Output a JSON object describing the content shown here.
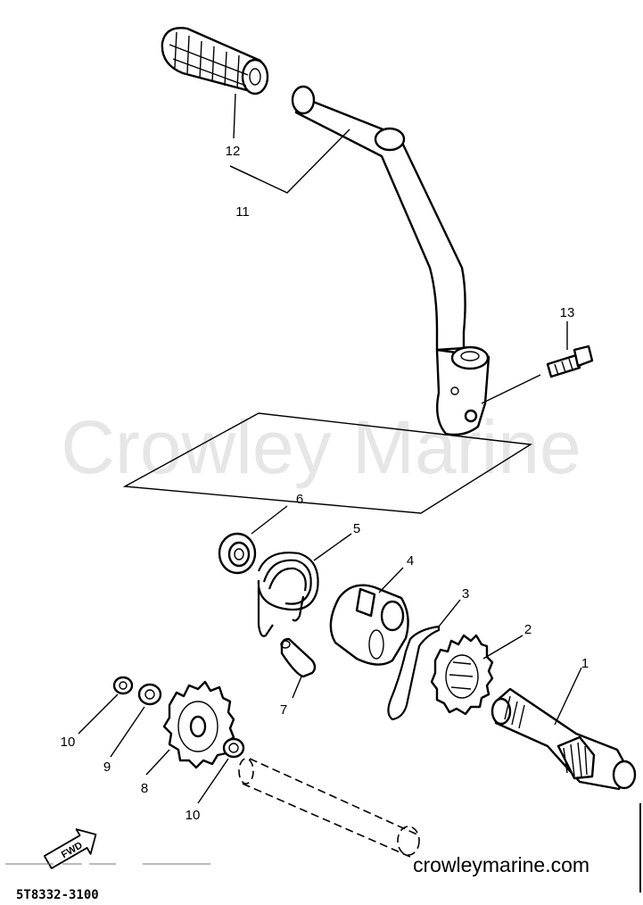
{
  "watermark": "Crowley Marine",
  "website": "crowleymarine.com",
  "diagram_code": "5T8332-3100",
  "fwd_label": "FWD",
  "callouts": {
    "p1": "1",
    "p2": "2",
    "p3": "3",
    "p4": "4",
    "p5": "5",
    "p6": "6",
    "p7": "7",
    "p8": "8",
    "p9": "9",
    "p10a": "10",
    "p10b": "10",
    "p11": "11",
    "p12": "12",
    "p13": "13"
  }
}
